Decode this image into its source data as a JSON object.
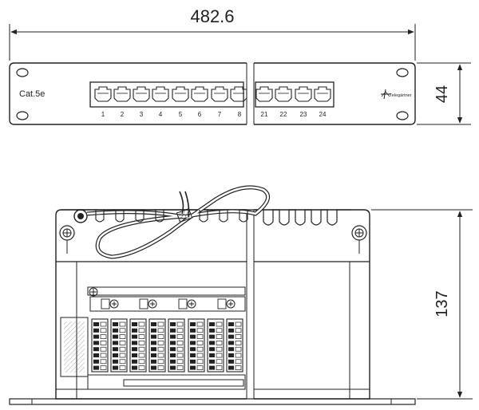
{
  "front_view": {
    "width_dimension": "482.6",
    "height_dimension": "44",
    "category_label": "Cat.5e",
    "brand_label": "Telegärtner",
    "port_numbers_left": [
      "1",
      "2",
      "3",
      "4",
      "5",
      "6",
      "7",
      "8"
    ],
    "port_numbers_right": [
      "21",
      "22",
      "23",
      "24"
    ]
  },
  "side_view": {
    "depth_dimension": "137"
  },
  "colors": {
    "line": "#222222",
    "hatch": "#555555"
  }
}
